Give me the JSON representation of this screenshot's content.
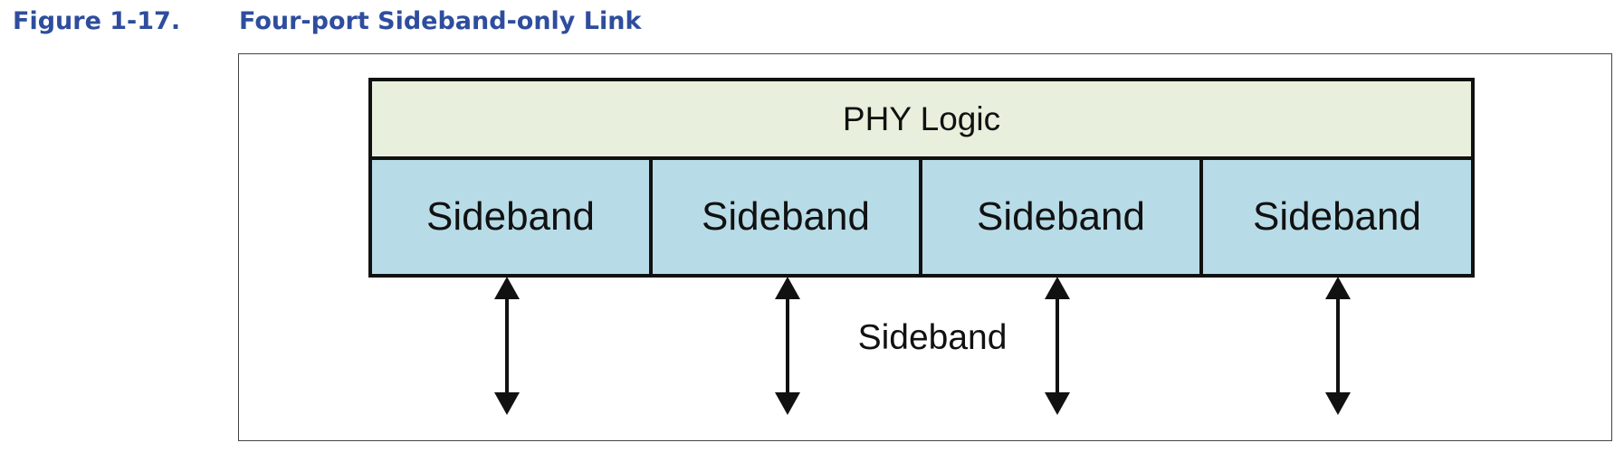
{
  "figure": {
    "number": "Figure 1-17.",
    "title": "Four-port Sideband-only Link"
  },
  "diagram": {
    "phy_logic_label": "PHY Logic",
    "sideband_blocks": [
      "Sideband",
      "Sideband",
      "Sideband",
      "Sideband"
    ],
    "link_label": "Sideband",
    "colors": {
      "caption": "#2e4d9e",
      "phy_logic_fill": "#e8f0dd",
      "sideband_fill": "#b8dce7",
      "stroke": "#111111"
    }
  }
}
